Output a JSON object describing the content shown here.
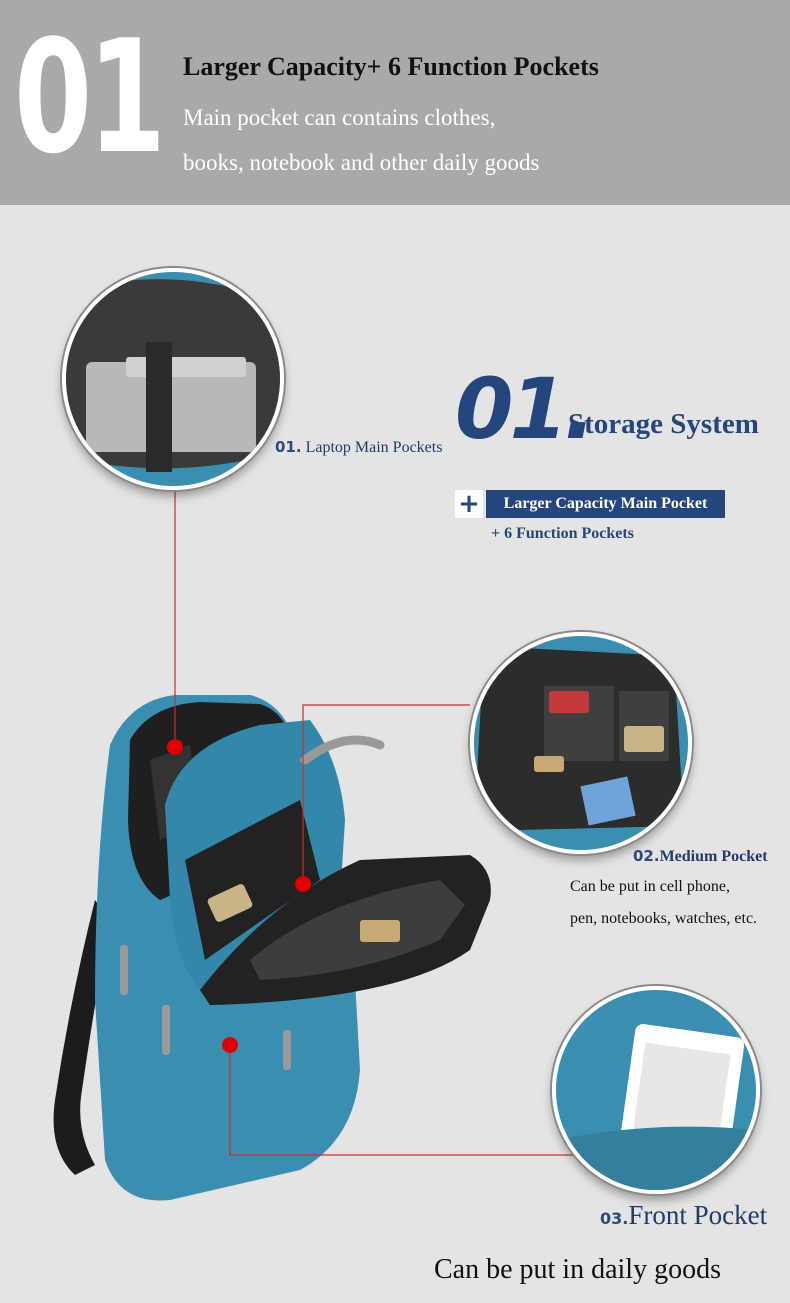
{
  "header": {
    "number": "01",
    "title": "Larger Capacity+ 6 Function Pockets",
    "line1": "Main pocket can contains clothes,",
    "line2": "books, notebook and other daily goods"
  },
  "storage": {
    "number": "01.",
    "title": "Storage System",
    "plus": "+",
    "capacity": "Larger Capacity Main Pocket",
    "sub": "+ 6 Function Pockets"
  },
  "pockets": {
    "p1_num": "01.",
    "p1_label": "Laptop Main Pockets",
    "p2_num": "02.",
    "p2_label": "Medium Pocket",
    "p2_desc1": "Can be put in cell phone,",
    "p2_desc2": "pen, notebooks, watches, etc.",
    "p3_num": "03.",
    "p3_label": "Front Pocket"
  },
  "bottom": {
    "text": "Can be put in daily goods"
  },
  "colors": {
    "accent": "#24467d",
    "header_bg": "#a9a9a9",
    "bag": "#3a8fb0",
    "marker": "#e00000"
  }
}
